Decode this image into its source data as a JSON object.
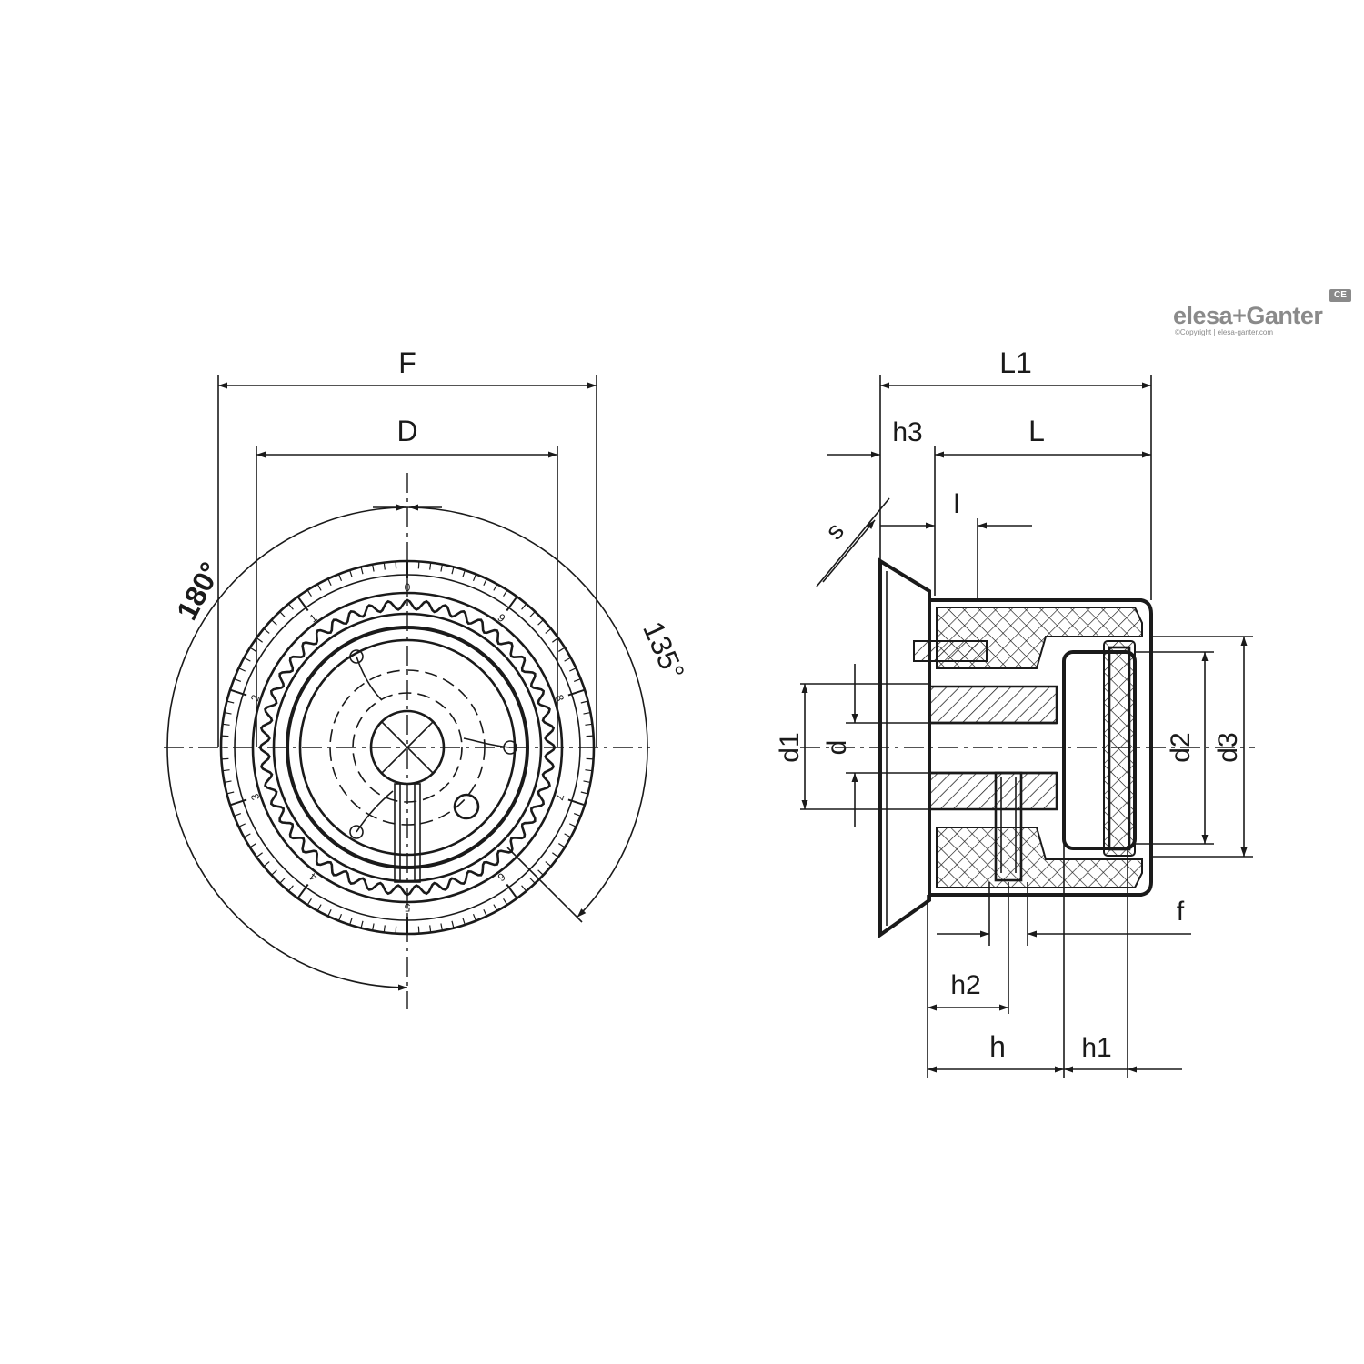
{
  "brand": {
    "logo_text": "elesa+Ganter",
    "copyright": "©Copyright | elesa-ganter.com",
    "mark": "CE"
  },
  "front_view": {
    "dim_F": "F",
    "dim_D": "D",
    "angle_left": "180°",
    "angle_right": "135°",
    "scale_numbers": [
      "0",
      "1",
      "2",
      "3",
      "4",
      "5",
      "6",
      "7",
      "8",
      "9"
    ]
  },
  "side_view": {
    "dim_L1": "L1",
    "dim_L": "L",
    "dim_h3": "h3",
    "dim_l": "l",
    "dim_s": "s",
    "dim_d1": "d1",
    "dim_d": "d",
    "dim_d2": "d2",
    "dim_d3": "d3",
    "dim_f": "f",
    "dim_h2": "h2",
    "dim_h": "h",
    "dim_h1": "h1"
  }
}
